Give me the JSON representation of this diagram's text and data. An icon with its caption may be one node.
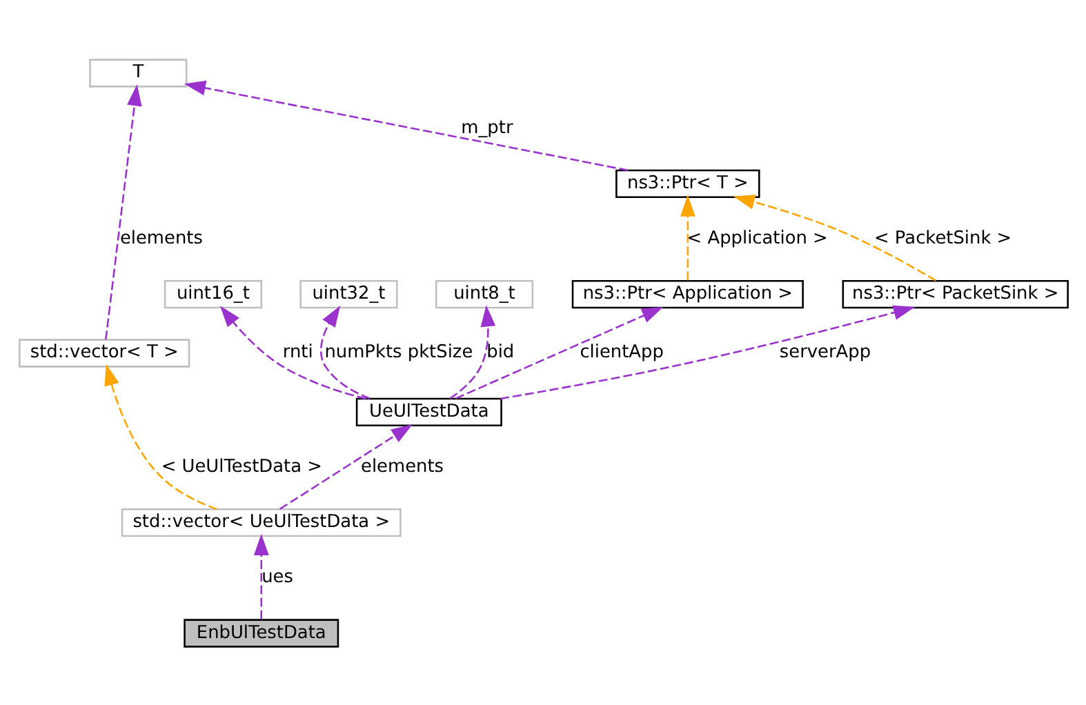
{
  "diagram": {
    "nodes": [
      {
        "text": [
          "T"
        ]
      },
      {
        "text": [
          "ns3::Ptr< T >"
        ]
      },
      {
        "text": [
          "std::vector< T >"
        ]
      },
      {
        "text": [
          "uint16_t"
        ]
      },
      {
        "text": [
          "uint32_t"
        ]
      },
      {
        "text": [
          "uint8_t"
        ]
      },
      {
        "text": [
          "ns3::Ptr< Application >"
        ]
      },
      {
        "text": [
          "ns3::Ptr< PacketSink >"
        ]
      },
      {
        "text": [
          "UeUlTestData"
        ]
      },
      {
        "text": [
          "std::vector< UeUlTestData >"
        ]
      },
      {
        "text": [
          "EnbUlTestData"
        ]
      }
    ],
    "edges": [
      {
        "from": 1,
        "to": 0,
        "arrow": "to",
        "label": "m_ptr",
        "style": "dashed"
      },
      {
        "from": 2,
        "to": 0,
        "arrow": "to",
        "label": "elements",
        "style": "dashed"
      },
      {
        "from": 6,
        "to": 1,
        "arrow": "to",
        "label": "< Application >",
        "style": "dashed",
        "color": "#ffa500"
      },
      {
        "from": 7,
        "to": 1,
        "arrow": "to",
        "label": "< PacketSink >",
        "style": "dashed",
        "color": "#ffa500"
      },
      {
        "from": 8,
        "to": 3,
        "arrow": "to",
        "label": "rnti",
        "style": "dashed"
      },
      {
        "from": 8,
        "to": 4,
        "arrow": "to",
        "label": "numPkts pktSize",
        "style": "dashed"
      },
      {
        "from": 8,
        "to": 5,
        "arrow": "to",
        "label": "bid",
        "style": "dashed"
      },
      {
        "from": 8,
        "to": 6,
        "arrow": "to",
        "label": "clientApp",
        "style": "dashed"
      },
      {
        "from": 8,
        "to": 7,
        "arrow": "to",
        "label": "serverApp",
        "style": "dashed"
      },
      {
        "from": 9,
        "to": 8,
        "arrow": "to",
        "label": "elements",
        "style": "dashed"
      },
      {
        "from": 9,
        "to": 2,
        "arrow": "to",
        "label": "< UeUlTestData >",
        "style": "dashed",
        "color": "#ffa500"
      },
      {
        "from": 10,
        "to": 9,
        "arrow": "to",
        "label": "ues",
        "style": "dashed"
      }
    ]
  }
}
